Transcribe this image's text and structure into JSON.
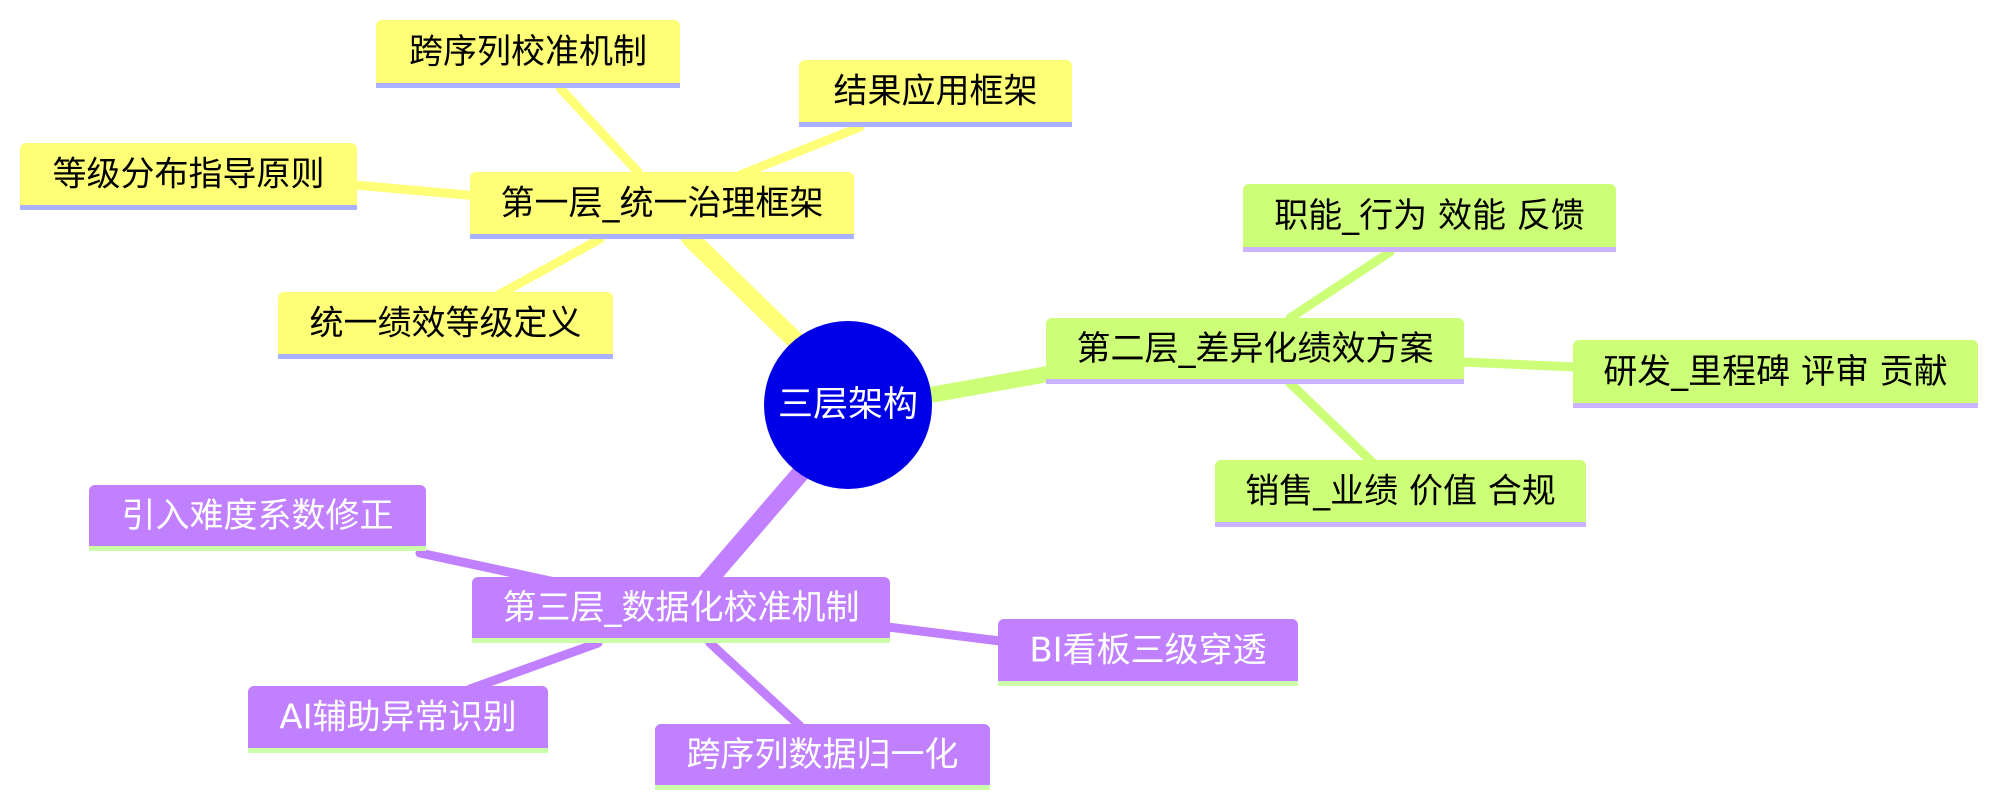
{
  "center": {
    "label": "三层架构",
    "color": "#0000e6",
    "text_color": "#ffffff"
  },
  "branches": [
    {
      "id": "layer1",
      "label": "第一层_统一治理框架",
      "color": "#ffff77",
      "text_color": "#000000",
      "underline_color": "#aab1ff",
      "children": [
        {
          "id": "l1c1",
          "label": "跨序列校准机制"
        },
        {
          "id": "l1c2",
          "label": "结果应用框架"
        },
        {
          "id": "l1c3",
          "label": "等级分布指导原则"
        },
        {
          "id": "l1c4",
          "label": "统一绩效等级定义"
        }
      ]
    },
    {
      "id": "layer2",
      "label": "第二层_差异化绩效方案",
      "color": "#ccff77",
      "text_color": "#000000",
      "underline_color": "#ccb3ff",
      "children": [
        {
          "id": "l2c1",
          "label": "职能_行为 效能 反馈"
        },
        {
          "id": "l2c2",
          "label": "研发_里程碑 评审 贡献"
        },
        {
          "id": "l2c3",
          "label": "销售_业绩 价值 合规"
        }
      ]
    },
    {
      "id": "layer3",
      "label": "第三层_数据化校准机制",
      "color": "#c080ff",
      "text_color": "#ffffff",
      "underline_color": "#ccffaa",
      "children": [
        {
          "id": "l3c1",
          "label": "引入难度系数修正"
        },
        {
          "id": "l3c2",
          "label": "BI看板三级穿透"
        },
        {
          "id": "l3c3",
          "label": "AI辅助异常识别"
        },
        {
          "id": "l3c4",
          "label": "跨序列数据归一化"
        }
      ]
    }
  ]
}
